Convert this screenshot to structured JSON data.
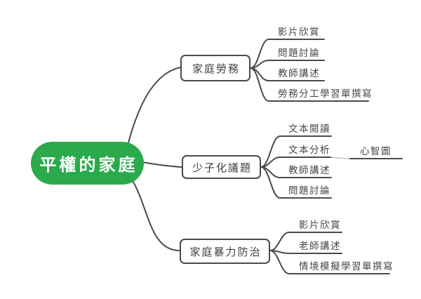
{
  "colors": {
    "accent": "#2baa4d",
    "line": "#4a4a4a",
    "light_line": "#b9b9b9",
    "box_text": "#3f3f3f",
    "leaf_text": "#464646",
    "root_text": "#ffffff",
    "canvas_bg": "#ffffff"
  },
  "root": {
    "label": "平權的家庭"
  },
  "branches": [
    {
      "label": "家庭勞務",
      "children": [
        {
          "label": "影片欣賞"
        },
        {
          "label": "問題討論"
        },
        {
          "label": "教師講述"
        },
        {
          "label": "勞務分工學習單撰寫"
        }
      ]
    },
    {
      "label": "少子化議題",
      "children": [
        {
          "label": "文本閱讀"
        },
        {
          "label": "文本分析",
          "children": [
            {
              "label": "心智圖"
            }
          ]
        },
        {
          "label": "教師講述"
        },
        {
          "label": "問題討論"
        }
      ]
    },
    {
      "label": "家庭暴力防治",
      "children": [
        {
          "label": "影片欣賞"
        },
        {
          "label": "老師講述"
        },
        {
          "label": "情境模擬學習單撰寫"
        }
      ]
    }
  ]
}
